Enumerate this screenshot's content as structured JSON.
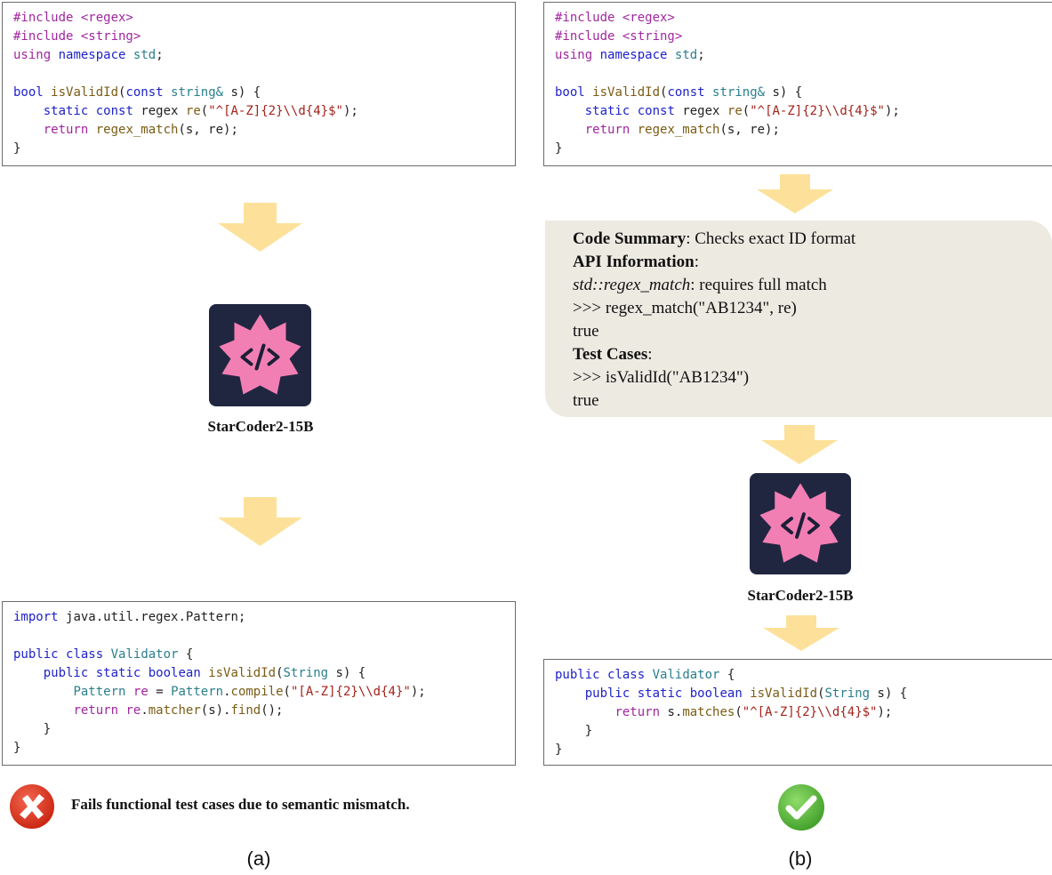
{
  "colors": {
    "arrow": "#fde19a",
    "code_border": "#6b6b6b",
    "bubble_bg": "#edeae2",
    "logo_bg": "#212640",
    "logo_flower": "#f27fb4",
    "fail_red": "#e0321e",
    "pass_green": "#5bbb3c"
  },
  "input_code": {
    "line1": "#include <regex>",
    "line2": "#include <string>",
    "line3_kw": "using",
    "line3_ns": "namespace",
    "line3_std": "std",
    "line5_bool": "bool",
    "line5_fn": "isValidId",
    "line5_const": "const",
    "line5_type": "string&",
    "line5_rest": "s) {",
    "line6_static": "static",
    "line6_const": "const",
    "line6_regex": "regex",
    "line6_re": "re",
    "line6_str": "\"^[A-Z]{2}\\\\d{4}$\"",
    "line6_end": ");",
    "line7_return": "return",
    "line7_fn": "regex_match",
    "line7_rest": "(s, re);",
    "line8": "}"
  },
  "model": {
    "name": "StarCoder2-15B",
    "logo_icon": "starcoder-flower-code-icon",
    "logo_glyph": "</>"
  },
  "output_a": {
    "line1_kw": "import",
    "line1_rest": "java.util.regex.Pattern;",
    "line3_public": "public",
    "line3_class": "class",
    "line3_name": "Validator",
    "line3_brace": "{",
    "line4_public": "public",
    "line4_static": "static",
    "line4_bool": "boolean",
    "line4_fn": "isValidId",
    "line4_type": "String",
    "line4_rest": "s) {",
    "line5_type": "Pattern",
    "line5_var": "re",
    "line5_eq": "=",
    "line5_cls": "Pattern",
    "line5_fn": "compile",
    "line5_str": "\"[A-Z]{2}\\\\d{4}\"",
    "line5_end": ");",
    "line6_return": "return",
    "line6_var": "re",
    "line6_fn1": "matcher",
    "line6_mid": "(s).",
    "line6_fn2": "find",
    "line6_end": "();",
    "line7": "}",
    "line8": "}"
  },
  "output_b": {
    "line1_public": "public",
    "line1_class": "class",
    "line1_name": "Validator",
    "line1_brace": "{",
    "line2_public": "public",
    "line2_static": "static",
    "line2_bool": "boolean",
    "line2_fn": "isValidId",
    "line2_type": "String",
    "line2_rest": "s) {",
    "line3_return": "return",
    "line3_var": "s.",
    "line3_fn": "matches",
    "line3_str": "\"^[A-Z]{2}\\\\d{4}$\"",
    "line3_end": ");",
    "line4": "}",
    "line5": "}"
  },
  "context": {
    "summary_label": "Code Summary",
    "summary_text": ": Checks exact ID format",
    "api_label": "API Information",
    "api_colon": ":",
    "api_name": "std::regex_match",
    "api_desc": ": requires full match",
    "api_example": ">>> regex_match(\"AB1234\", re)",
    "api_result": "true",
    "tests_label": "Test Cases",
    "tests_colon": ":",
    "test_example": ">>> isValidId(\"AB1234\")",
    "test_result": "true"
  },
  "result_a": {
    "icon": "fail-x-icon",
    "text": "Fails functional test cases due to semantic mismatch."
  },
  "result_b": {
    "icon": "pass-check-icon"
  },
  "labels": {
    "a": "(a)",
    "b": "(b)"
  }
}
